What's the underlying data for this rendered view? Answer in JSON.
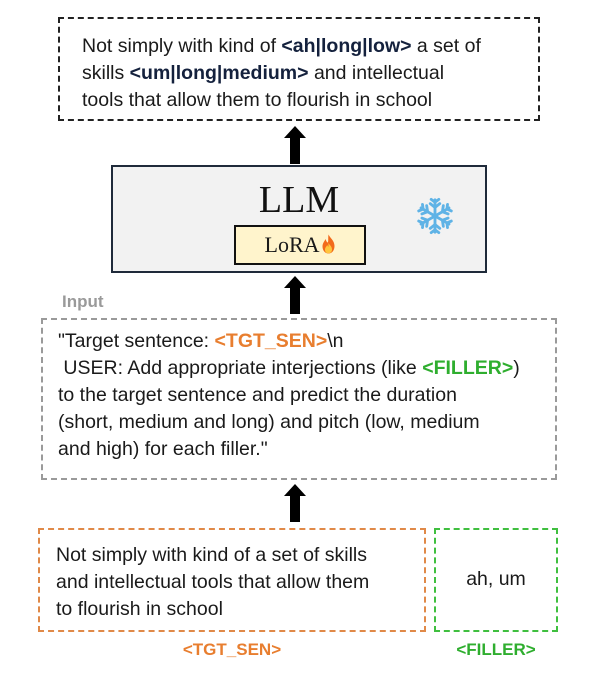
{
  "output": {
    "line1_pre": "Not simply with kind of ",
    "line1_tag": "<ah|long|low>",
    "line1_post": " a set of",
    "line2_pre": "skills ",
    "line2_tag": "<um|long|medium>",
    "line2_post": " and intellectual",
    "line3": "tools that allow them to flourish in school"
  },
  "llm": {
    "title": "LLM",
    "lora_label": "LoRA",
    "lora_icon": "fire-icon",
    "frozen_icon": "snowflake-icon"
  },
  "input_label": "Input",
  "prompt": {
    "line1_pre": "\"Target sentence: ",
    "line1_tag": "<TGT_SEN>",
    "line1_post": "\\n",
    "line2_pre": " USER: Add appropriate interjections (like ",
    "line2_tag": "<FILLER>",
    "line2_post": ")",
    "line3": "to the target sentence and predict the duration",
    "line4": "(short, medium and long) and pitch (low, medium",
    "line5": "and high) for each filler.\""
  },
  "target_sentence": {
    "line1": "Not simply with kind of a set of skills",
    "line2": "and intellectual tools that allow them",
    "line3": "to flourish in school",
    "label": "<TGT_SEN>"
  },
  "filler": {
    "value": "ah, um",
    "label": "<FILLER>"
  },
  "colors": {
    "tgt_orange": "#e87e2f",
    "filler_green": "#2fae2f",
    "lora_fill": "#fff4cc",
    "llm_fill": "#f2f2f2"
  }
}
